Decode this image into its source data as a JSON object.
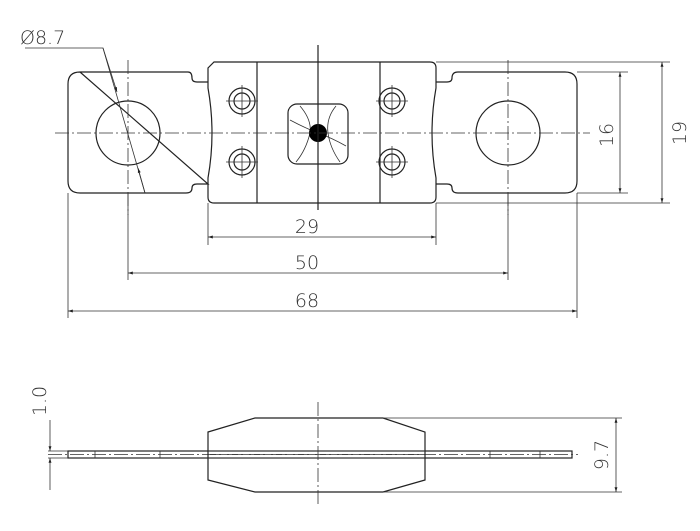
{
  "drawing": {
    "top_view": {
      "hole_diameter_label": "Ø8.7",
      "dim_body_width": "29",
      "dim_hole_spacing": "50",
      "dim_overall_length": "68",
      "dim_tab_height": "16",
      "dim_body_height": "19"
    },
    "side_view": {
      "dim_plate_thickness": "1.0",
      "dim_body_thickness": "9.7"
    },
    "line_color": "#222222"
  }
}
